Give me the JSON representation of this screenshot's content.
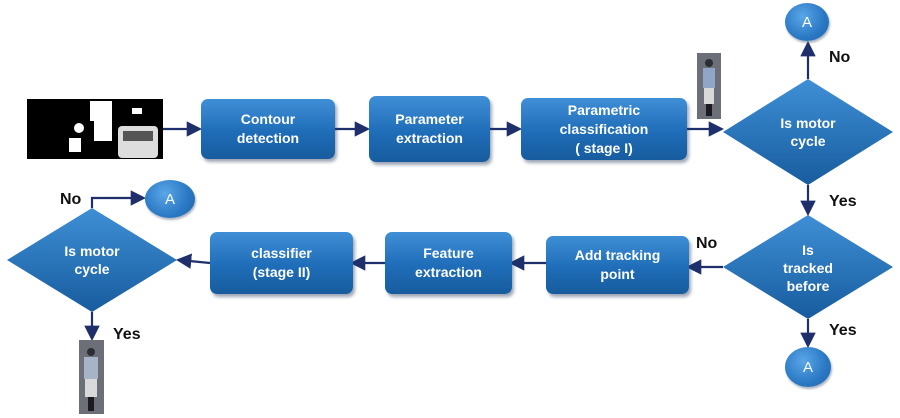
{
  "colors": {
    "box": "#1f6db8",
    "arrow": "#1f2f6b",
    "background": "#ffffff"
  },
  "images": {
    "input_frame": "binary-foreground-mask-image",
    "motorcycle_top": "motorcycle-rider-image",
    "motorcycle_bottom": "motorcycle-rider-image"
  },
  "top_row": {
    "contour": "Contour\ndetection",
    "parameter": "Parameter\nextraction",
    "parametric": "Parametric\nclassification\n( stage I)"
  },
  "bottom_row": {
    "tracking": "Add tracking\npoint",
    "feature": "Feature\nextraction",
    "classifier": "classifier\n(stage II)"
  },
  "decisions": {
    "motor_right": "Is motor\ncycle",
    "tracked": "Is\ntracked\nbefore",
    "motor_left": "Is motor\ncycle"
  },
  "connectors": {
    "top": "A",
    "bottom": "A",
    "left": "A"
  },
  "edge_labels": {
    "no_top": "No",
    "yes_right": "Yes",
    "no_tracked": "No",
    "yes_tracked": "Yes",
    "no_left": "No",
    "yes_left": "Yes"
  }
}
